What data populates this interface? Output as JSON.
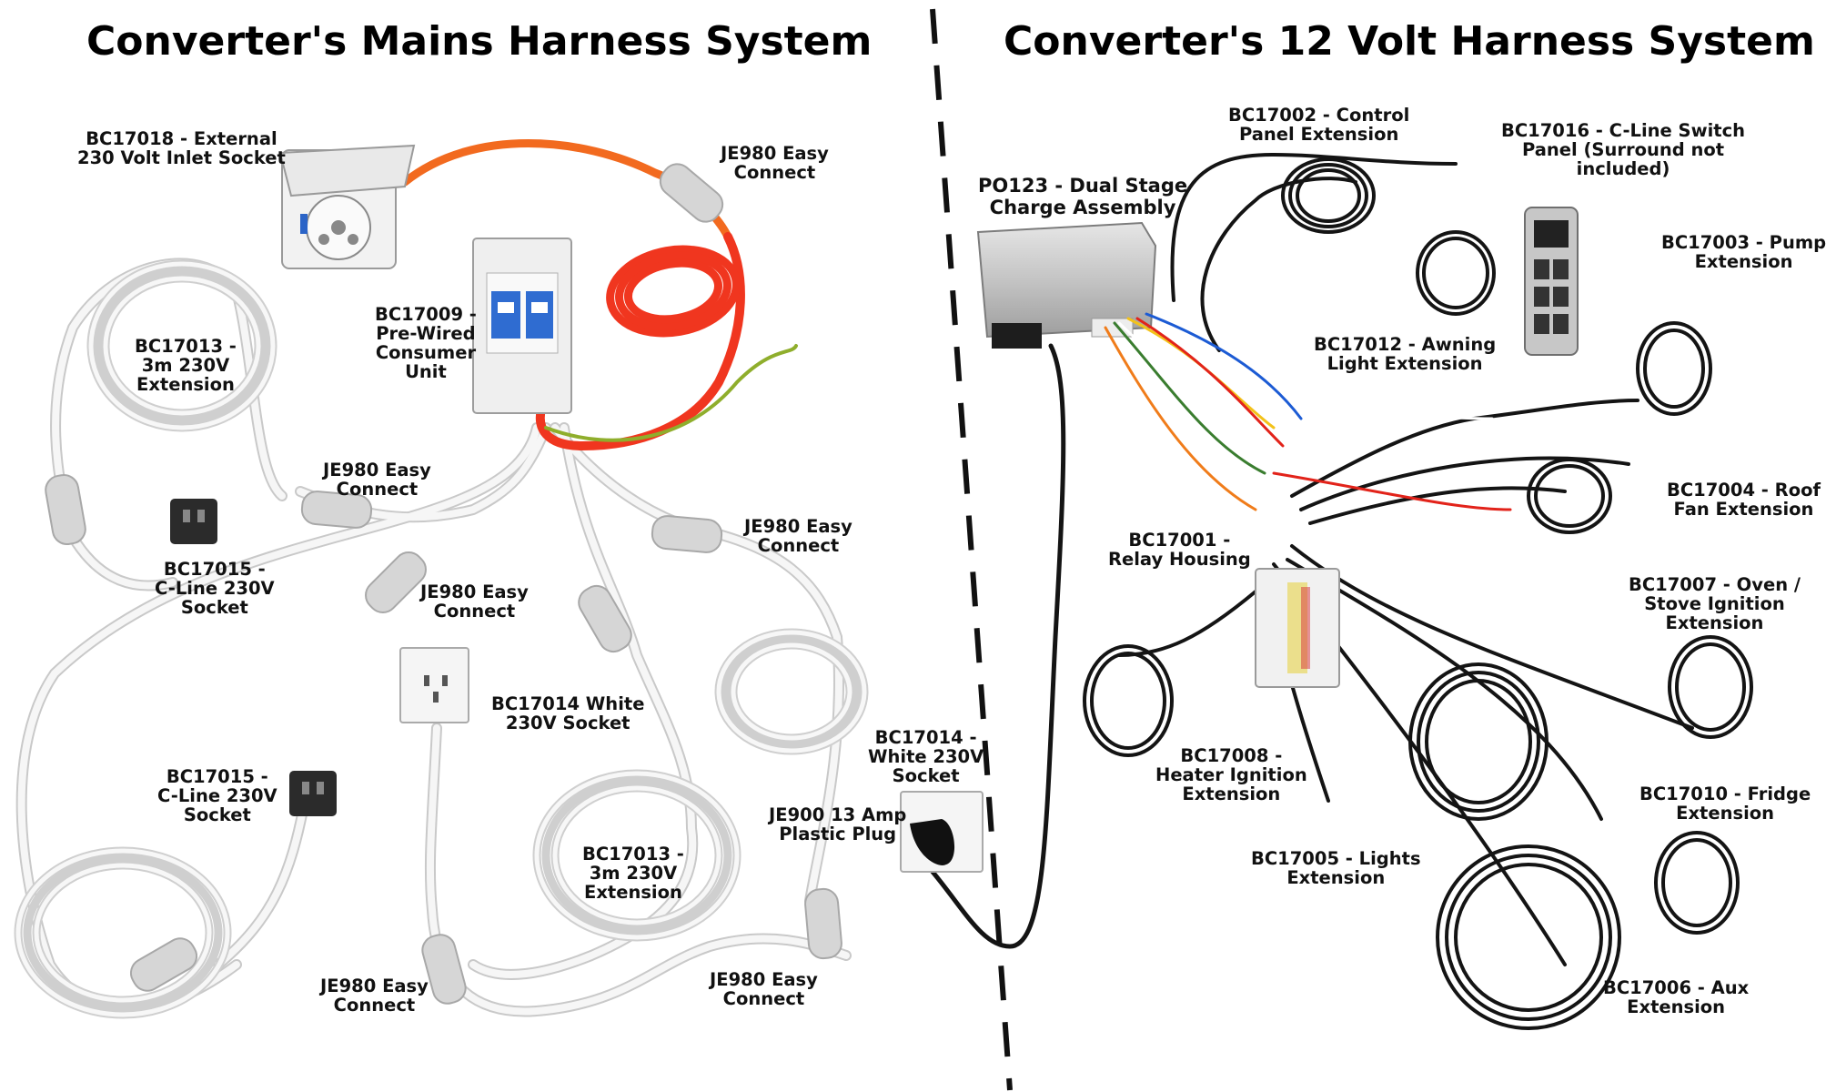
{
  "titles": {
    "mains": "Converter's Mains Harness System",
    "volt12": "Converter's 12 Volt Harness System"
  },
  "labels": {
    "bc17018": [
      "BC17018 - External",
      "230 Volt Inlet Socket"
    ],
    "je980_top": [
      "JE980 Easy",
      "Connect"
    ],
    "bc17009": [
      "BC17009 -",
      "Pre-Wired",
      "Consumer",
      "Unit"
    ],
    "bc17013_a": [
      "BC17013 -",
      "3m 230V",
      "Extension"
    ],
    "je980_mid": [
      "JE980 Easy",
      "Connect"
    ],
    "bc17015_a": [
      "BC17015 -",
      "C-Line 230V",
      "Socket"
    ],
    "je980_right": [
      "JE980 Easy",
      "Connect"
    ],
    "je980_center": [
      "JE980 Easy",
      "Connect"
    ],
    "bc17014_white": [
      "BC17014 White",
      "230V Socket"
    ],
    "bc17015_b": [
      "BC17015 -",
      "C-Line 230V",
      "Socket"
    ],
    "bc17014_b": [
      "BC17014 -",
      "White 230V",
      "Socket"
    ],
    "je900": [
      "JE900 13 Amp",
      "Plastic Plug"
    ],
    "bc17013_b": [
      "BC17013 -",
      "3m 230V",
      "Extension"
    ],
    "je980_bottom_left": [
      "JE980 Easy",
      "Connect"
    ],
    "je980_bottom_right": [
      "JE980 Easy",
      "Connect"
    ],
    "po123": [
      "PO123 - Dual Stage",
      "Charge Assembly"
    ],
    "bc17002": [
      "BC17002 - Control",
      "Panel Extension"
    ],
    "bc17016": [
      "BC17016 - C-Line Switch",
      "Panel (Surround not",
      "included)"
    ],
    "bc17003": [
      "BC17003 - Pump",
      "Extension"
    ],
    "bc17012": [
      "BC17012 - Awning",
      "Light Extension"
    ],
    "bc17004": [
      "BC17004 - Roof",
      "Fan Extension"
    ],
    "bc17001": [
      "BC17001 -",
      "Relay Housing"
    ],
    "bc17007": [
      "BC17007 - Oven /",
      "Stove Ignition",
      "Extension"
    ],
    "bc17008": [
      "BC17008 -",
      "Heater Ignition",
      "Extension"
    ],
    "bc17005": [
      "BC17005 - Lights",
      "Extension"
    ],
    "bc17010": [
      "BC17010 - Fridge",
      "Extension"
    ],
    "bc17006": [
      "BC17006 - Aux",
      "Extension"
    ]
  },
  "colors": {
    "cable_white": "#f4f4f4",
    "cable_outline": "#c9c9c9",
    "cable_black": "#141414",
    "cable_orange": "#f26a1f",
    "cable_red": "#f0361f",
    "earth_green": "#8fae2c",
    "connector_grey": "#d5d5d5",
    "divider": "#111111"
  }
}
